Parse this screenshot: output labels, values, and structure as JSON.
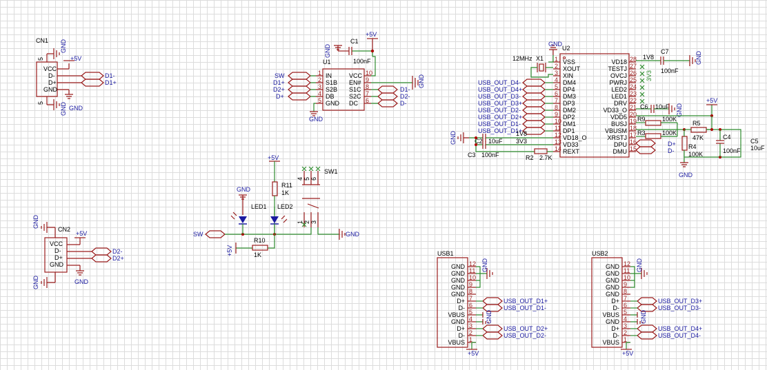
{
  "cn1": {
    "ref": "CN1",
    "pins": [
      "VCC",
      "D-",
      "D+",
      "GND"
    ],
    "pin_left": "5",
    "pin_left2": "5",
    "nets": [
      "D1-",
      "D1+"
    ],
    "top_net": "+5V"
  },
  "cn2": {
    "ref": "CN2",
    "pins": [
      "VCC",
      "D-",
      "D+",
      "GND"
    ],
    "nets": [
      "D2-",
      "D2+"
    ],
    "top_net": "+5V"
  },
  "u1": {
    "ref": "U1",
    "left_pins": [
      "IN",
      "S1B",
      "S2B",
      "DB",
      "GND"
    ],
    "left_nums": [
      "1",
      "2",
      "3",
      "4",
      "5"
    ],
    "right_pins": [
      "VCC",
      "EN#",
      "S1C",
      "S2C",
      "DC"
    ],
    "right_nums": [
      "10",
      "9",
      "8",
      "7",
      "6"
    ],
    "left_nets": [
      "SW",
      "D1+",
      "D2+",
      "D+"
    ],
    "right_nets": [
      "D1-",
      "D2-",
      "D-"
    ],
    "c1_ref": "C1",
    "c1_val": "100nF",
    "top_net": "+5V"
  },
  "u2": {
    "ref": "U2",
    "left_pins": [
      "VSS",
      "XOUT",
      "XIN",
      "DM4",
      "DP4",
      "DM3",
      "DP3",
      "DM2",
      "DP2",
      "DM1",
      "DP1",
      "VD18_O",
      "VD33",
      "REXT"
    ],
    "left_nums": [
      "1",
      "2",
      "3",
      "4",
      "5",
      "6",
      "7",
      "8",
      "9",
      "10",
      "11",
      "12",
      "13",
      "14"
    ],
    "right_pins": [
      "VD18",
      "TESTJ",
      "OVCJ",
      "PWRJ",
      "LED2",
      "LED1",
      "DRV",
      "VD33_O",
      "VDD5",
      "BUSJ",
      "VBUSM",
      "XRSTJ",
      "DPU",
      "DMU"
    ],
    "right_nums": [
      "28",
      "27",
      "26",
      "25",
      "24",
      "23",
      "22",
      "21",
      "20",
      "19",
      "18",
      "17",
      "16",
      "15"
    ],
    "left_nets": [
      "USB_OUT_D4-",
      "USB_OUT_D4+",
      "USB_OUT_D3-",
      "USB_OUT_D3+",
      "USB_OUT_D2-",
      "USB_OUT_D2+",
      "USB_OUT_D1-",
      "USB_OUT_D1+"
    ],
    "xtal_ref": "X1",
    "xtal_val": "12MHz",
    "c2_ref": "C2",
    "c2_val": "10uF",
    "c3_ref": "C3",
    "c3_val": "100nF",
    "r2_ref": "R2",
    "r2_val": "2.7K",
    "c6_ref": "C6",
    "c6_val": "10uF",
    "c7_ref": "C7",
    "c7_val": "100nF",
    "r9_ref": "R9",
    "r9_val": "100K",
    "r3_ref": "R3",
    "r3_val": "100K",
    "r5_ref": "R5",
    "r5_val": "47K",
    "r4_ref": "R4",
    "r4_val": "100K",
    "c4_ref": "C4",
    "c4_val": "100nF",
    "c5_ref": "C5",
    "c5_val": "10uF",
    "net_1v8": "1V8",
    "net_3v3": "3V3",
    "net_1v8b": "1V8",
    "net_3v3b": "3V3",
    "dpu_net": "D+",
    "dmu_net": "D-"
  },
  "led": {
    "led1": "LED1",
    "led2": "LED2",
    "r11_ref": "R11",
    "r11_val": "1K",
    "r10_ref": "R10",
    "r10_val": "1K",
    "sw_ref": "SW1",
    "sw_net": "SW",
    "pins": [
      "4",
      "5",
      "6",
      "1",
      "2",
      "3"
    ]
  },
  "usb1": {
    "ref": "USB1",
    "pins": [
      "GND",
      "GND",
      "GND",
      "GND",
      "GND",
      "D+",
      "D-",
      "VBUS",
      "GND",
      "D+",
      "D-",
      "VBUS"
    ],
    "nums": [
      "12",
      "11",
      "10",
      "9",
      "8",
      "7",
      "6",
      "5",
      "4",
      "3",
      "2",
      "1"
    ],
    "nets": [
      "USB_OUT_D1+",
      "USB_OUT_D1-",
      "USB_OUT_D2+",
      "USB_OUT_D2-"
    ],
    "vbus_net": "+5V"
  },
  "usb2": {
    "ref": "USB2",
    "pins": [
      "GND",
      "GND",
      "GND",
      "GND",
      "GND",
      "D+",
      "D-",
      "VBUS",
      "GND",
      "D+",
      "D-",
      "VBUS"
    ],
    "nums": [
      "12",
      "11",
      "10",
      "9",
      "8",
      "7",
      "6",
      "5",
      "4",
      "3",
      "2",
      "1"
    ],
    "nets": [
      "USB_OUT_D3+",
      "USB_OUT_D3-",
      "USB_OUT_D4+",
      "USB_OUT_D4-"
    ],
    "vbus_net": "+5V"
  },
  "labels": {
    "gnd": "GND",
    "p5v": "+5V"
  }
}
